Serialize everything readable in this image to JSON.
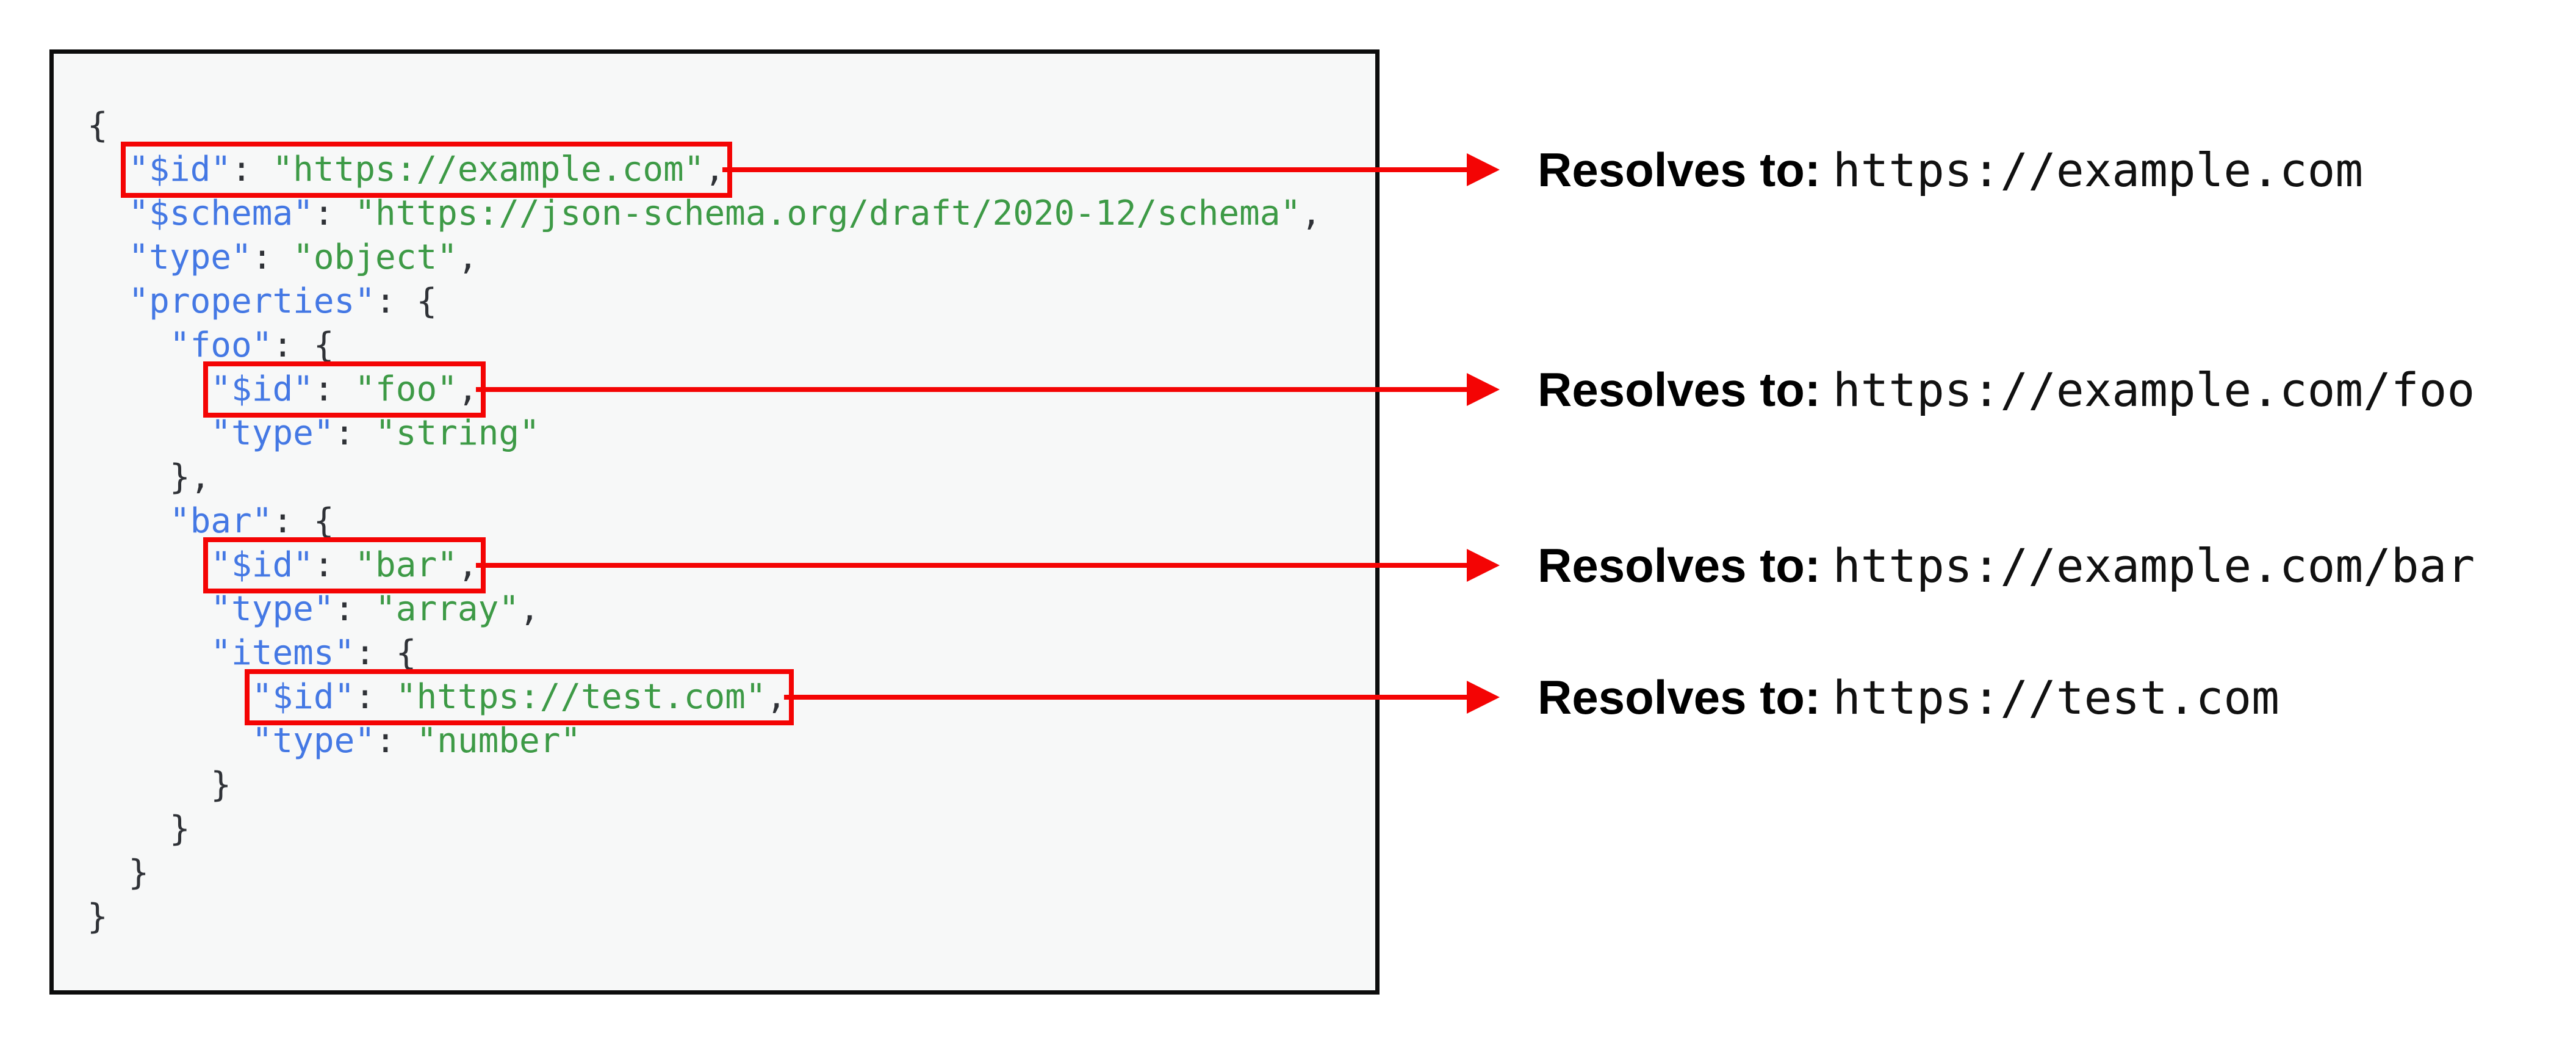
{
  "colors": {
    "accent_red": "#f40404",
    "key_blue": "#4478e4",
    "string_green": "#3d9a46",
    "punctuation": "#2f3237",
    "panel_background": "#f7f8f8",
    "panel_border": "#0d0d0d",
    "label_text": "#000000"
  },
  "code": {
    "lines": [
      [
        [
          "p",
          "{"
        ]
      ],
      [
        [
          "p",
          "  "
        ],
        [
          "k",
          "\"$id\""
        ],
        [
          "p",
          ": "
        ],
        [
          "s",
          "\"https://example.com\""
        ],
        [
          "p",
          ","
        ]
      ],
      [
        [
          "p",
          "  "
        ],
        [
          "k",
          "\"$schema\""
        ],
        [
          "p",
          ": "
        ],
        [
          "s",
          "\"https://json-schema.org/draft/2020-12/schema\""
        ],
        [
          "p",
          ","
        ]
      ],
      [
        [
          "p",
          "  "
        ],
        [
          "k",
          "\"type\""
        ],
        [
          "p",
          ": "
        ],
        [
          "s",
          "\"object\""
        ],
        [
          "p",
          ","
        ]
      ],
      [
        [
          "p",
          "  "
        ],
        [
          "k",
          "\"properties\""
        ],
        [
          "p",
          ": {"
        ]
      ],
      [
        [
          "p",
          "    "
        ],
        [
          "k",
          "\"foo\""
        ],
        [
          "p",
          ": {"
        ]
      ],
      [
        [
          "p",
          "      "
        ],
        [
          "k",
          "\"$id\""
        ],
        [
          "p",
          ": "
        ],
        [
          "s",
          "\"foo\""
        ],
        [
          "p",
          ","
        ]
      ],
      [
        [
          "p",
          "      "
        ],
        [
          "k",
          "\"type\""
        ],
        [
          "p",
          ": "
        ],
        [
          "s",
          "\"string\""
        ]
      ],
      [
        [
          "p",
          "    },"
        ]
      ],
      [
        [
          "p",
          "    "
        ],
        [
          "k",
          "\"bar\""
        ],
        [
          "p",
          ": {"
        ]
      ],
      [
        [
          "p",
          "      "
        ],
        [
          "k",
          "\"$id\""
        ],
        [
          "p",
          ": "
        ],
        [
          "s",
          "\"bar\""
        ],
        [
          "p",
          ","
        ]
      ],
      [
        [
          "p",
          "      "
        ],
        [
          "k",
          "\"type\""
        ],
        [
          "p",
          ": "
        ],
        [
          "s",
          "\"array\""
        ],
        [
          "p",
          ","
        ]
      ],
      [
        [
          "p",
          "      "
        ],
        [
          "k",
          "\"items\""
        ],
        [
          "p",
          ": {"
        ]
      ],
      [
        [
          "p",
          "        "
        ],
        [
          "k",
          "\"$id\""
        ],
        [
          "p",
          ": "
        ],
        [
          "s",
          "\"https://test.com\""
        ],
        [
          "p",
          ","
        ]
      ],
      [
        [
          "p",
          "        "
        ],
        [
          "k",
          "\"type\""
        ],
        [
          "p",
          ": "
        ],
        [
          "s",
          "\"number\""
        ]
      ],
      [
        [
          "p",
          "      }"
        ]
      ],
      [
        [
          "p",
          "    }"
        ]
      ],
      [
        [
          "p",
          "  }"
        ]
      ],
      [
        [
          "p",
          "}"
        ]
      ]
    ]
  },
  "annotations": [
    {
      "label": "Resolves to:",
      "url": "https://example.com"
    },
    {
      "label": "Resolves to:",
      "url": "https://example.com/foo"
    },
    {
      "label": "Resolves to:",
      "url": "https://example.com/bar"
    },
    {
      "label": "Resolves to:",
      "url": "https://test.com"
    }
  ]
}
